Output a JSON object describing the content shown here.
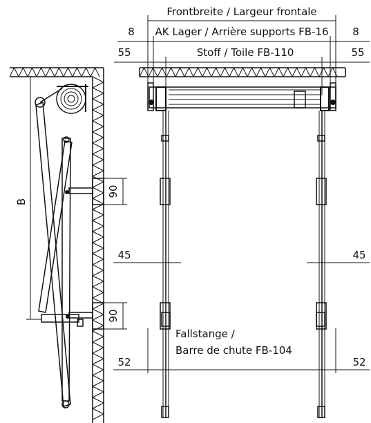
{
  "labels": {
    "frontbreite": "Frontbreite / Largeur frontale",
    "ak_lager": "AK Lager / Arrière supports FB-16",
    "stoff": "Stoff / Toile FB-110",
    "left_8": "8",
    "right_8": "8",
    "left_55": "55",
    "right_55": "55",
    "left_45": "45",
    "right_45": "45",
    "left_52": "52",
    "right_52": "52",
    "dim_90_top": "90",
    "dim_90_bottom": "90",
    "dim_b": "B",
    "fallstange_1": "Fallstange /",
    "fallstange_2": "Barre de chute FB-104"
  }
}
